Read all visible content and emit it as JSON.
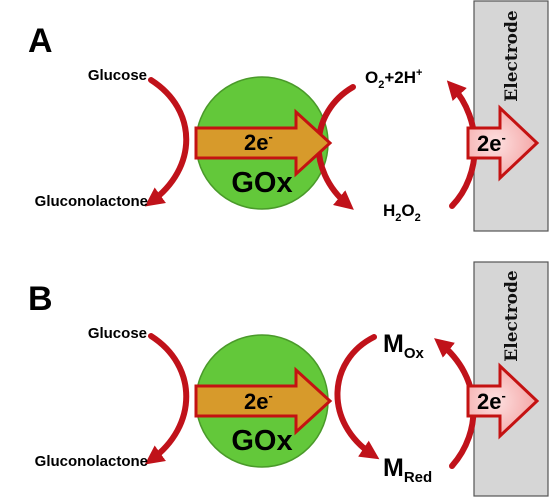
{
  "colors": {
    "enzyme_fill": "#63c83a",
    "enzyme_stroke": "#4a9a2a",
    "curve_red": "#c0121a",
    "arrow_fill": "#d79a2b",
    "arrow_stroke": "#c41212",
    "electrode_fill": "#d6d6d6",
    "electrode_arrow_fill": "#f6b7b7"
  },
  "panels": [
    {
      "letter": "A",
      "left_top": "Glucose",
      "left_bottom": "Gluconolactone",
      "enzyme_label": "GOx",
      "enzyme_arrow_main": "2e",
      "enzyme_arrow_sup": "-",
      "right_top_main": "O",
      "right_top_sub": "2",
      "right_top_mid": "+2H",
      "right_top_sup": "+",
      "right_bottom_main": "H",
      "right_bottom_sub1": "2",
      "right_bottom_mid": "O",
      "right_bottom_sub2": "2",
      "electrode_label": "Electrode",
      "electrode_arrow_main": "2e",
      "electrode_arrow_sup": "-"
    },
    {
      "letter": "B",
      "left_top": "Glucose",
      "left_bottom": "Gluconolactone",
      "enzyme_label": "GOx",
      "enzyme_arrow_main": "2e",
      "enzyme_arrow_sup": "-",
      "right_top_main": "M",
      "right_top_sub": "Ox",
      "right_bottom_main": "M",
      "right_bottom_sub": "Red",
      "electrode_label": "Electrode",
      "electrode_arrow_main": "2e",
      "electrode_arrow_sup": "-"
    }
  ]
}
